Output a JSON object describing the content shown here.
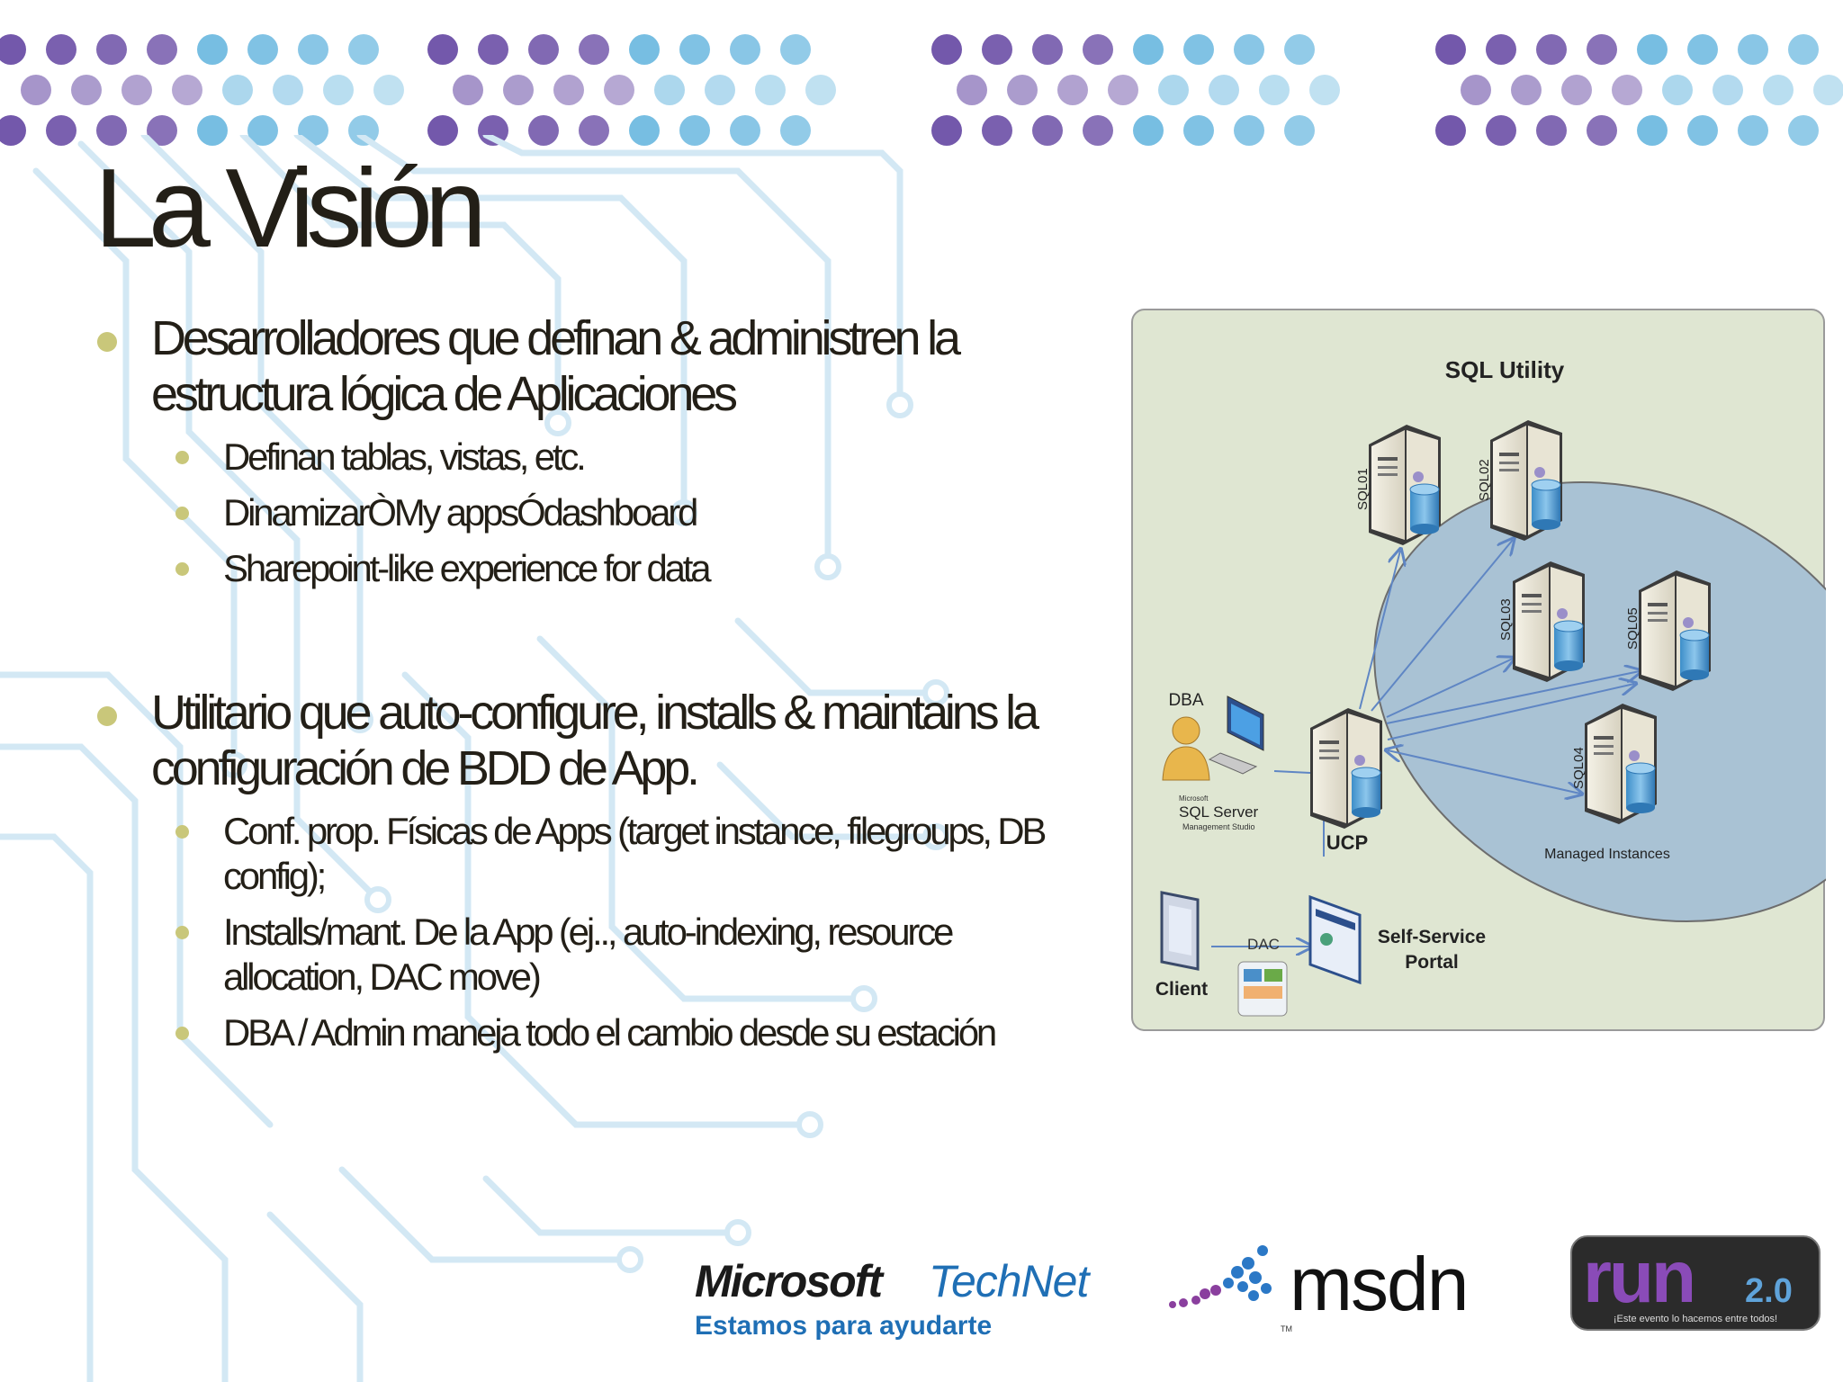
{
  "slide": {
    "title": "La Visión",
    "sections": [
      {
        "text": "Desarrolladores que definan & administren la estructura lógica de Aplicaciones",
        "subitems": [
          "Definan tablas, vistas, etc.",
          "DinamizarÒMy appsÓdashboard",
          "Sharepoint-like experience for data"
        ]
      },
      {
        "text": "Utilitario que auto-configure, installs & maintains la configuración de BDD de App.",
        "subitems": [
          "Conf. prop. Físicas de  Apps (target instance, filegroups, DB config);",
          "Installs/mant. De la App (ej.., auto-indexing, resource allocation, DAC move)",
          "DBA / Admin maneja todo el cambio desde su estación"
        ]
      }
    ]
  },
  "diagram": {
    "title": "SQL Utility",
    "servers": [
      "SQL01",
      "SQL02",
      "SQL03",
      "SQL05",
      "SQL04"
    ],
    "ucp_label": "UCP",
    "managed_label": "Managed Instances",
    "dba_label": "DBA",
    "sqlserver_small": "Microsoft",
    "sqlserver_label": "SQL Server",
    "sqlserver_sub": "Management Studio",
    "client_label": "Client",
    "dac_label": "DAC",
    "portal_line1": "Self-Service",
    "portal_line2": "Portal"
  },
  "footer": {
    "technet_brand": "Microsoft",
    "technet_product": "TechNet",
    "technet_tagline": "Estamos para ayudarte",
    "msdn": "msdn",
    "msdn_tm": "TM",
    "run_word": "run",
    "run_version": "2.0",
    "run_tagline": "¡Este evento lo hacemos entre todos!"
  },
  "colors": {
    "title": "#231f17",
    "bullet": "#c9c77a",
    "dot_purple": "#6b4fa6",
    "dot_blue": "#4aa8d8",
    "circuit": "#cfe6f3",
    "diagram_bg": "#dfe6d2",
    "utility_ellipse": "#a9c2d4",
    "arrow": "#5f86c4",
    "technet_blue": "#1f6fb5",
    "run_bg": "#2b2b2b",
    "run_purple": "#8a4bb8"
  }
}
